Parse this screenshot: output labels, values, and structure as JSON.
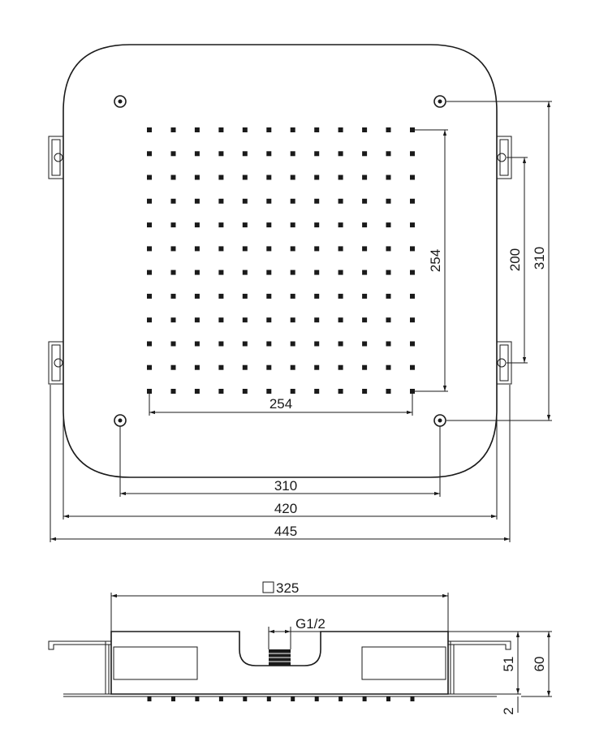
{
  "top_view": {
    "dim_nozzle_x": "254",
    "dim_nozzle_y": "254",
    "dim_bracket_spacing": "200",
    "dim_screw_y": "310",
    "dim_screw_x": "310",
    "dim_body_width": "420",
    "dim_overall_width": "445"
  },
  "side_view": {
    "dim_square": "325",
    "dim_thread": "G1/2",
    "dim_body_height": "51",
    "dim_total_height": "60",
    "dim_plate": "2"
  },
  "nozzle_grid": {
    "cols": 12,
    "rows": 12
  }
}
